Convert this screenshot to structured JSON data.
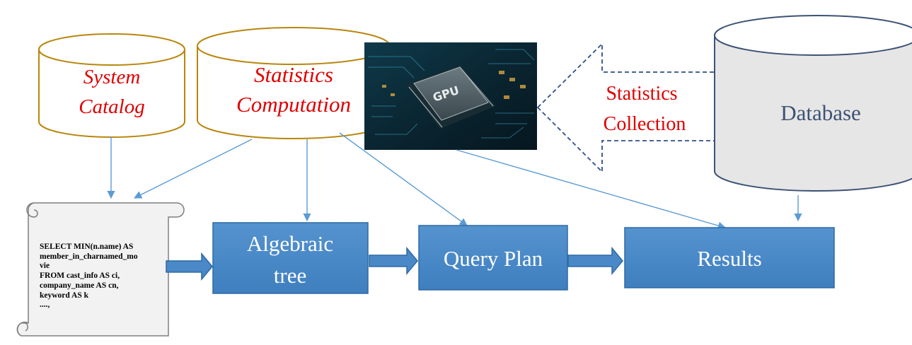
{
  "system_catalog": {
    "line1": "System",
    "line2": "Catalog"
  },
  "statistics_computation": {
    "line1": "Statistics",
    "line2": "Computation"
  },
  "gpu": {
    "chip_label": "GPU"
  },
  "statistics_collection": {
    "line1": "Statistics",
    "line2": "Collection"
  },
  "database": {
    "label": "Database"
  },
  "sql_scroll": {
    "lines": [
      "SELECT MIN(n.name) AS",
      "member_in_charnamed_mo",
      "vie",
      "FROM cast_info AS ci,",
      "company_name AS cn,",
      "keyword AS k",
      "....,"
    ]
  },
  "algebraic_tree": {
    "line1": "Algebraic",
    "line2": "tree"
  },
  "query_plan": {
    "label": "Query Plan"
  },
  "results": {
    "label": "Results"
  },
  "colors": {
    "cylinder_gold": "#b8860b",
    "red_text": "#e00000",
    "box_blue": "#4a88c7",
    "box_border": "#2e6aa4",
    "arrow_blue": "#5b9bd5",
    "dashed_navy": "#2f4f8a",
    "db_fill": "#e6e6e6",
    "db_text": "#3d5375"
  }
}
